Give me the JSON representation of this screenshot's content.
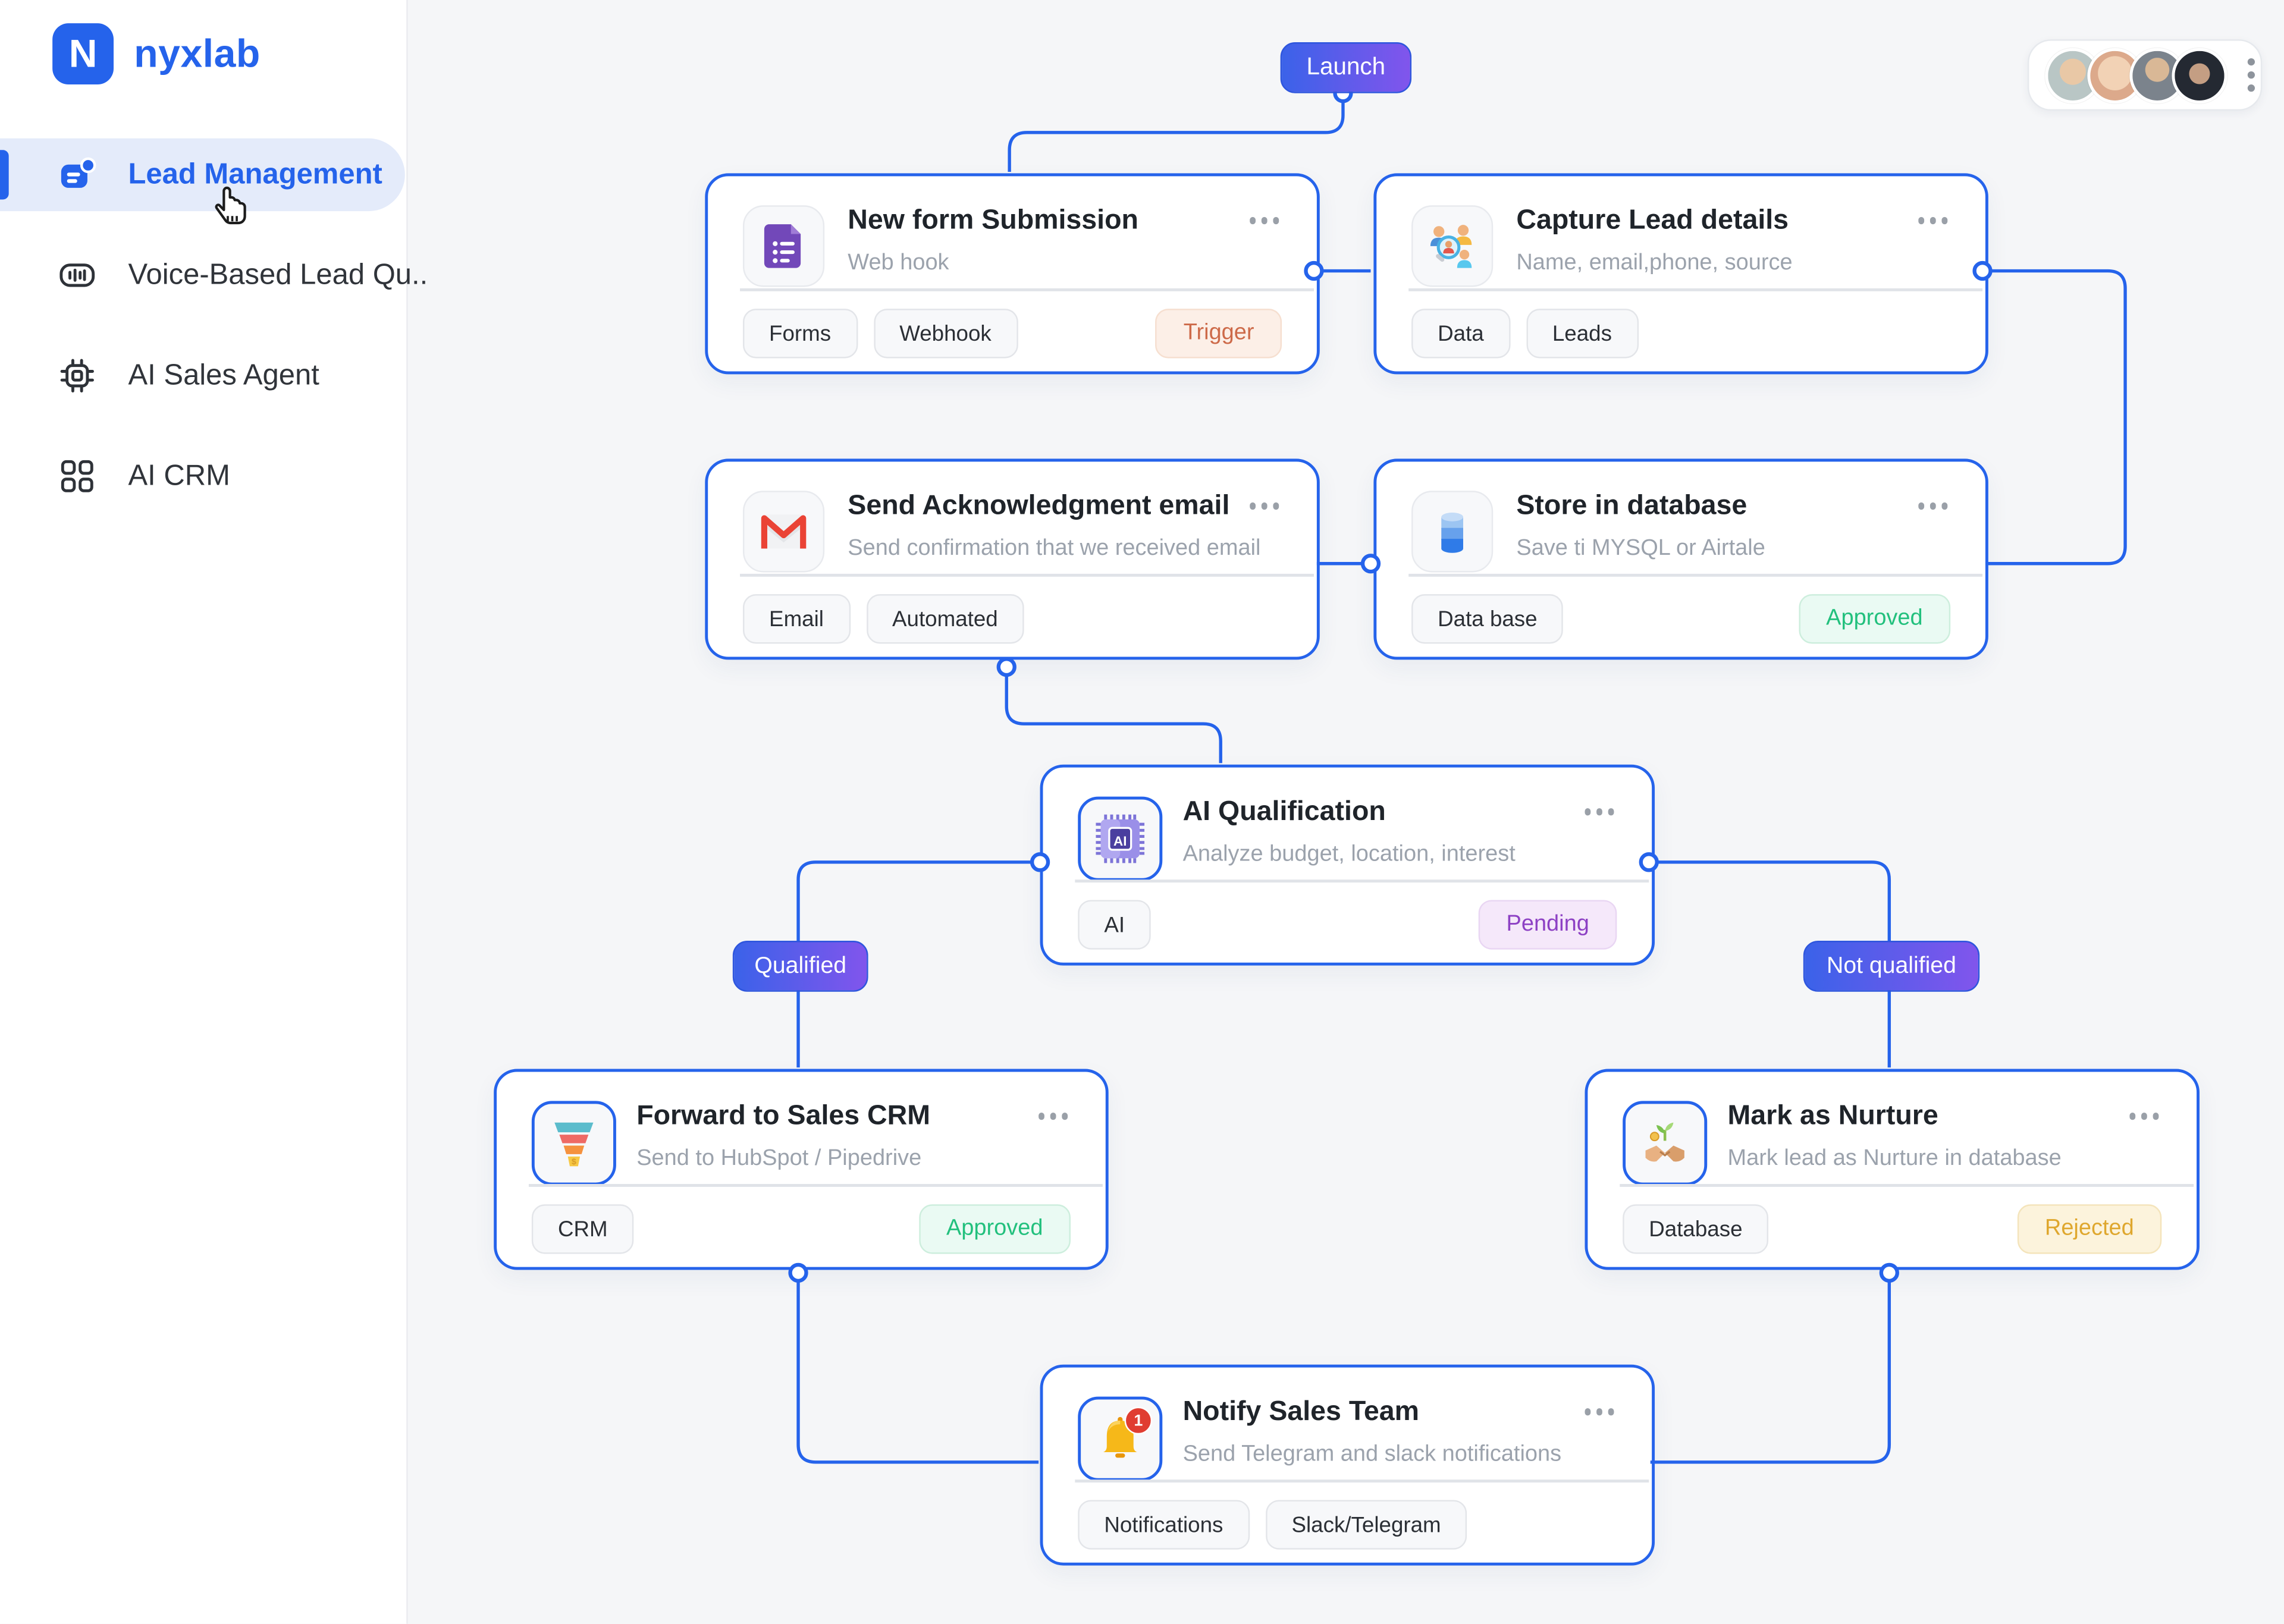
{
  "sidebar": {
    "logo_letter": "N",
    "brand": "nyxlab",
    "items": [
      {
        "label": "Lead Management",
        "active": true
      },
      {
        "label": "Voice-Based Lead Qu..",
        "active": false
      },
      {
        "label": "AI Sales Agent",
        "active": false
      },
      {
        "label": "AI CRM",
        "active": false
      }
    ]
  },
  "header": {
    "avatar_count": "4"
  },
  "canvas": {
    "launch_label": "Launch",
    "edge_labels": {
      "qualified": "Qualified",
      "not_qualified": "Not qualified"
    },
    "nodes": [
      {
        "title": "New form Submission",
        "subtitle": "Web hook",
        "tags": [
          "Forms",
          "Webhook"
        ],
        "status": "Trigger",
        "icon": "form-document-icon"
      },
      {
        "title": "Capture Lead details",
        "subtitle": "Name, email,phone, source",
        "tags": [
          "Data",
          "Leads"
        ],
        "status": "",
        "icon": "people-search-icon"
      },
      {
        "title": "Send Acknowledgment email",
        "subtitle": "Send confirmation that we received email",
        "tags": [
          "Email",
          "Automated"
        ],
        "status": "",
        "icon": "gmail-icon"
      },
      {
        "title": "Store in database",
        "subtitle": "Save ti MYSQL or Airtale",
        "tags": [
          "Data base"
        ],
        "status": "Approved",
        "icon": "database-icon"
      },
      {
        "title": "AI Qualification",
        "subtitle": "Analyze budget, location, interest",
        "tags": [
          "AI"
        ],
        "status": "Pending",
        "icon": "ai-chip-icon",
        "icon_text": "AI"
      },
      {
        "title": "Forward to Sales CRM",
        "subtitle": "Send to HubSpot / Pipedrive",
        "tags": [
          "CRM"
        ],
        "status": "Approved",
        "icon": "funnel-icon"
      },
      {
        "title": "Mark as Nurture",
        "subtitle": "Mark lead as Nurture in database",
        "tags": [
          "Database"
        ],
        "status": "Rejected",
        "icon": "handshake-sprout-icon"
      },
      {
        "title": "Notify Sales Team",
        "subtitle": "Send Telegram and slack notifications",
        "tags": [
          "Notifications",
          "Slack/Telegram"
        ],
        "status": "",
        "icon": "bell-icon",
        "icon_badge": "1"
      }
    ],
    "colors": {
      "accent_blue": "#2563eb",
      "gradient_start": "#3b62e9",
      "gradient_end": "#8155ec",
      "trigger": "#cd6a49",
      "approved": "#22c07d",
      "pending": "#8d41c4",
      "rejected": "#dfa72e"
    }
  }
}
